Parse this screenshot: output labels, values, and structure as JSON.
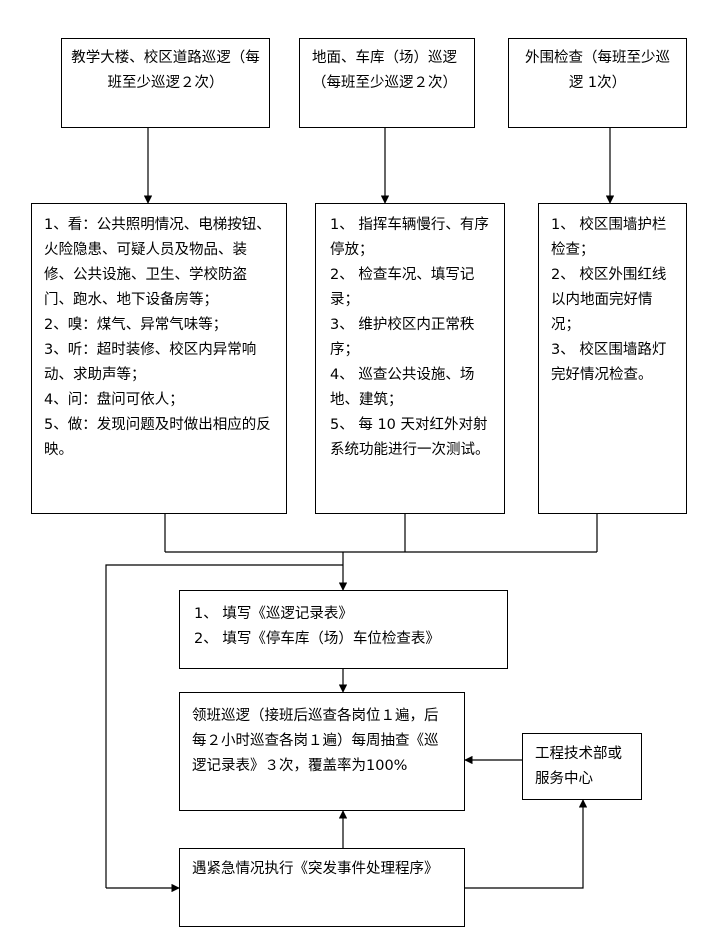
{
  "top_boxes": {
    "building": "教学大楼、校区道路巡逻（每班至少巡逻２次）",
    "garage": "地面、车库（场）巡逻（每班至少巡逻２次）",
    "perimeter": "外围检查（每班至少巡逻 1次）"
  },
  "lists": {
    "building": [
      "1、看：公共照明情况、电梯按钮、火险隐患、可疑人员及物品、装修、公共设施、卫生、学校防盗门、跑水、地下设备房等；",
      "2、嗅：煤气、异常气味等；",
      "3、听：超时装修、校区内异常响动、求助声等；",
      "4、问：盘问可依人；",
      "5、做：发现问题及时做出相应的反映。"
    ],
    "garage": [
      "1、 指挥车辆慢行、有序停放；",
      "2、 检查车况、填写记录；",
      "3、 维护校区内正常秩序；",
      "4、 巡查公共设施、场地、建筑；",
      "5、 每 10 天对红外对射系统功能进行一次测试。"
    ],
    "perimeter": [
      "1、 校区围墙护栏检查；",
      "2、 校区外围红线以内地面完好情况；",
      "3、 校区围墙路灯完好情况检查。"
    ]
  },
  "records_box": [
    "1、 填写《巡逻记录表》",
    "2、 填写《停车库（场）车位检查表》"
  ],
  "leader_box": "领班巡逻（接班后巡查各岗位１遍，后每２小时巡查各岗１遍）每周抽查《巡逻记录表》３次，覆盖率为100%",
  "engineering_box": "工程技术部或服务中心",
  "emergency_box": "遇紧急情况执行《突发事件处理程序》"
}
